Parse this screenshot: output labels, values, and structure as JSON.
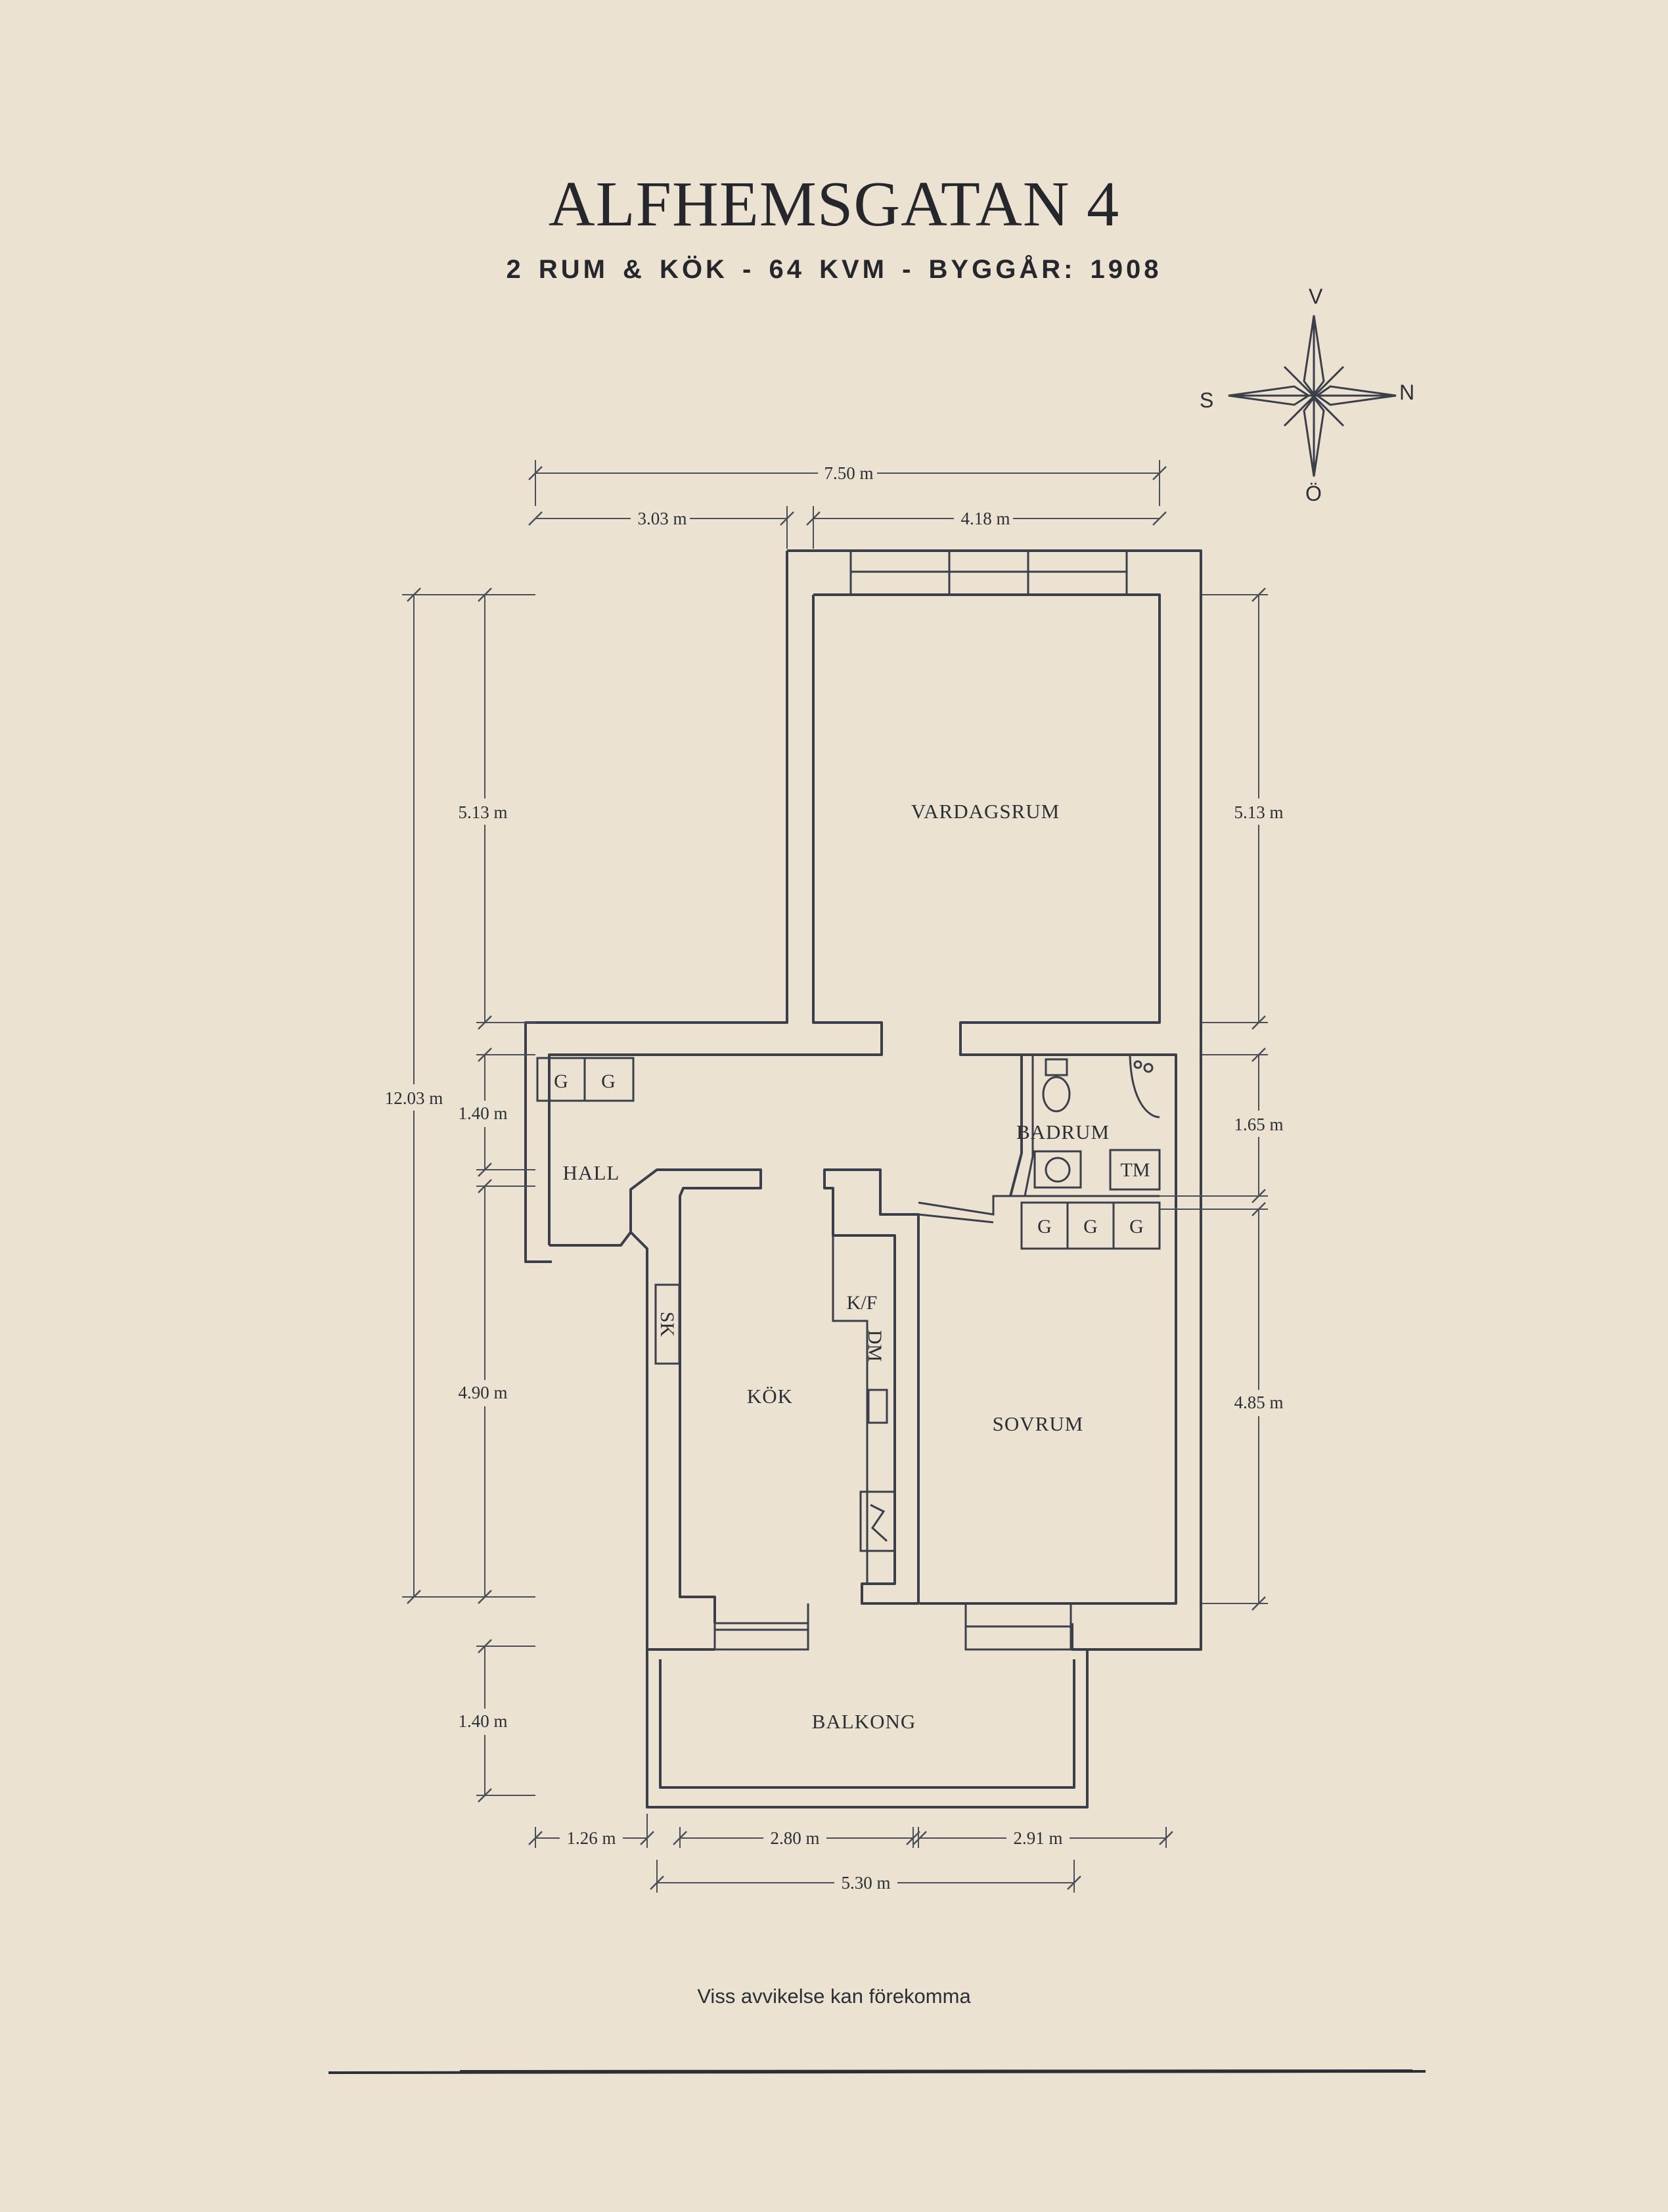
{
  "header": {
    "title": "ALFHEMSGATAN 4",
    "subtitle": "2 RUM & KÖK  -  64 KVM  -  BYGGÅR: 1908"
  },
  "compass": {
    "north": "N",
    "south": "S",
    "west": "V",
    "east": "Ö"
  },
  "rooms": {
    "living": "VARDAGSRUM",
    "bath": "BADRUM",
    "hall": "HALL",
    "kitchen": "KÖK",
    "bedroom": "SOVRUM",
    "balcony": "BALKONG"
  },
  "fixtures": {
    "wardrobe": "G",
    "dryer": "TM",
    "fridge": "K/F",
    "dishwasher": "DM",
    "shoe_cabinet": "SK"
  },
  "dimensions": {
    "total_width": "7.50 m",
    "left_width": "3.03 m",
    "right_width": "4.18 m",
    "total_height": "12.03 m",
    "left_upper": "5.13 m",
    "left_hall": "1.40 m",
    "left_kitchen": "4.90 m",
    "left_balcony": "1.40 m",
    "right_living": "5.13 m",
    "right_bath": "1.65 m",
    "right_bedroom": "4.85 m",
    "bottom_left": "1.26 m",
    "bottom_mid": "2.80 m",
    "bottom_right": "2.91 m",
    "bottom_balcony": "5.30 m"
  },
  "footer": {
    "disclaimer": "Viss avvikelse kan förekomma"
  },
  "colors": {
    "background": "#ebe2d1",
    "ink": "#2b2f36"
  }
}
